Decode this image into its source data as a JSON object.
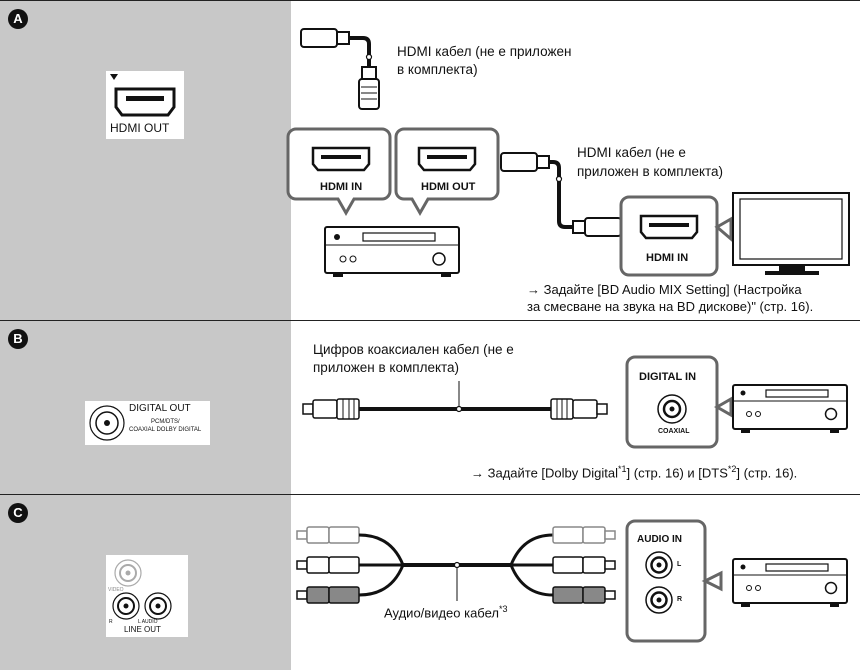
{
  "rows": [
    {
      "badge": "A",
      "player_port_label": "HDMI OUT",
      "cable_label_1_line1": "HDMI кабел (не е приложен",
      "cable_label_1_line2": "в комплекта)",
      "receiver_port_in": "HDMI IN",
      "receiver_port_out": "HDMI OUT",
      "cable_label_2_line1": "HDMI кабел (не е",
      "cable_label_2_line2": "приложен в комплекта)",
      "tv_port_label": "HDMI IN",
      "note_line1": "→ Задайте [BD Audio MIX Setting] (Настройка",
      "note_line2": "за смесване на звука на BD дискове)\" (стр. 16)."
    },
    {
      "badge": "B",
      "player_port_title": "DIGITAL OUT",
      "player_port_sub1": "PCM/DTS/",
      "player_port_sub2": "COAXIAL DOLBY DIGITAL",
      "cable_label_line1": "Цифров коаксиален кабел (не е",
      "cable_label_line2": "приложен в комплекта)",
      "receiver_port_title": "DIGITAL IN",
      "receiver_port_sub": "COAXIAL",
      "note_prefix": "→ Задайте [Dolby Digital",
      "note_sup1": "*1",
      "note_mid": "] (стр. 16) и [DTS",
      "note_sup2": "*2",
      "note_suffix": "] (стр. 16)."
    },
    {
      "badge": "C",
      "player_video_label": "VIDEO",
      "player_r_label": "R",
      "player_audio_label": "L AUDIO",
      "player_lineout_label": "LINE OUT",
      "cable_label": "Аудио/видео кабел",
      "cable_sup": "*3",
      "receiver_port_title": "AUDIO IN",
      "receiver_l": "L",
      "receiver_r": "R"
    }
  ]
}
